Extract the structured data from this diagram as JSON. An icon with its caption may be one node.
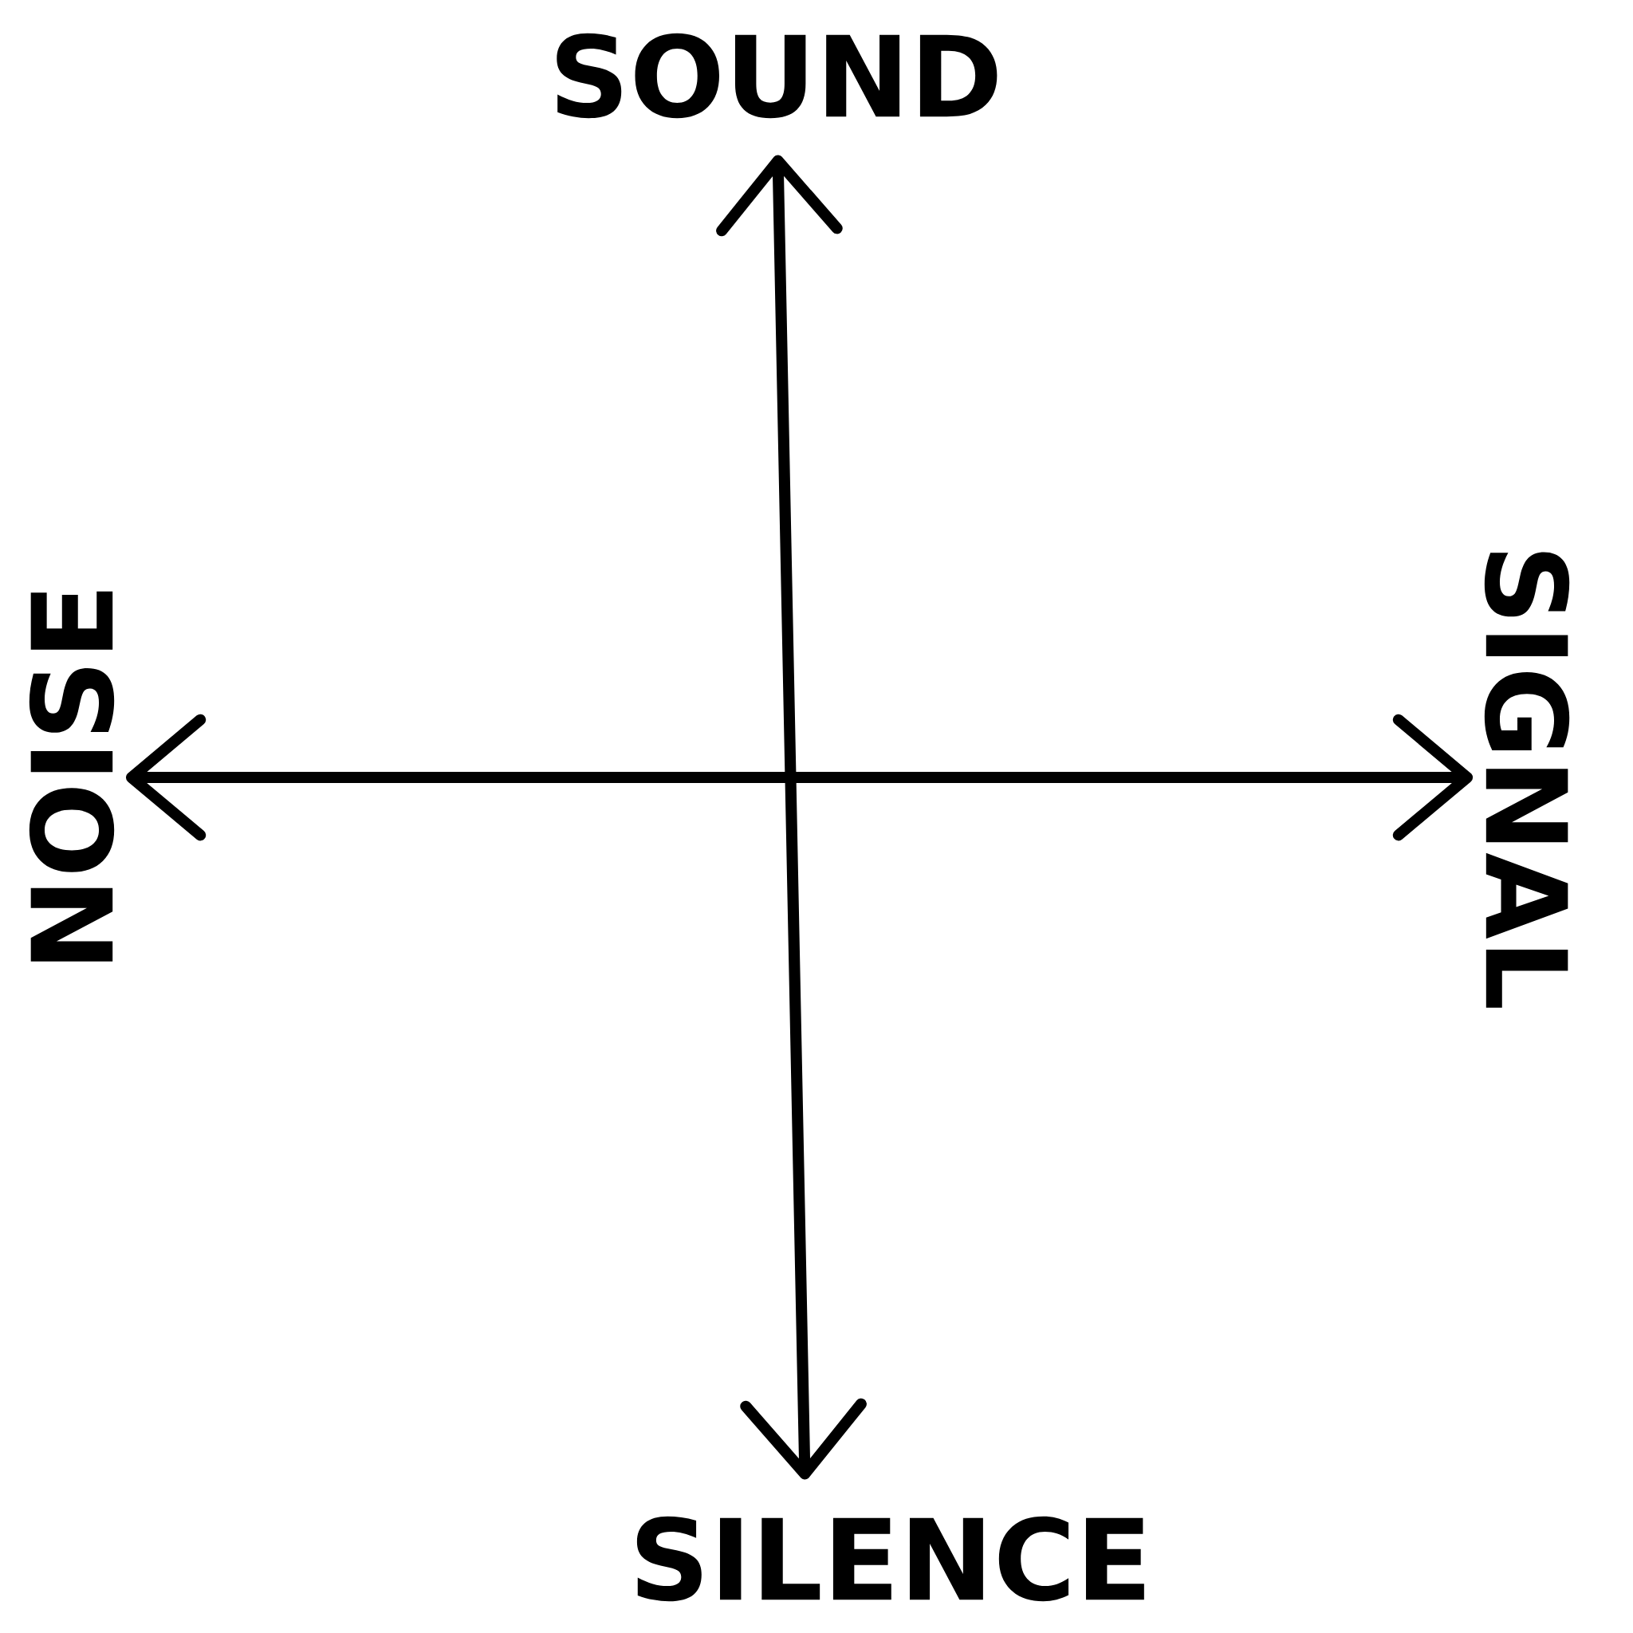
{
  "diagram": {
    "nodes": [
      {
        "text": [
          "SOUND"
        ]
      },
      {
        "text": [
          "SIGNAL"
        ]
      },
      {
        "text": [
          "SILENCE"
        ]
      },
      {
        "text": [
          "NOISE"
        ]
      }
    ],
    "edges": [
      {
        "from": 2,
        "to": 0,
        "arrow": "both"
      },
      {
        "from": 3,
        "to": 1,
        "arrow": "both"
      }
    ]
  }
}
